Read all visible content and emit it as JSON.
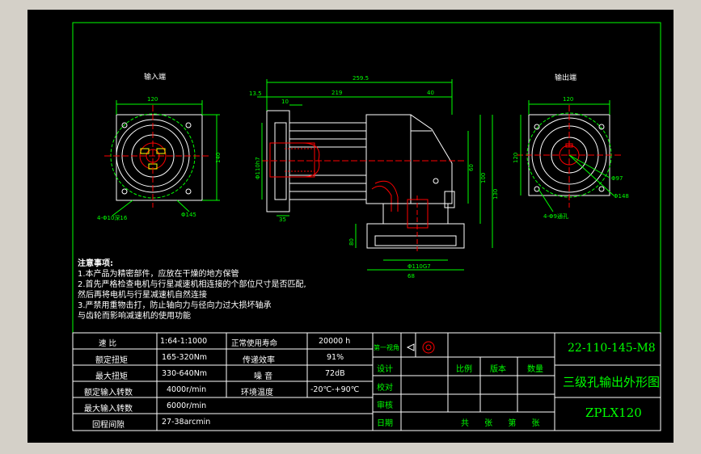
{
  "views": {
    "input_label": "输入端",
    "output_label": "输出端"
  },
  "dimensions": {
    "input_width": "120",
    "input_height": "140",
    "input_bolt": "4-Φ10深16",
    "input_pcd": "Φ145",
    "total_length": "259.5",
    "length_219": "219",
    "length_40": "40",
    "d_13_5": "13.5",
    "d_10": "10",
    "d_110": "Φ110h7",
    "d_60": "60",
    "d_100": "100",
    "d_130": "130",
    "d_35": "35",
    "d_80": "80",
    "d_110b": "Φ110G7",
    "d_68": "68",
    "out_width": "120",
    "out_bolt": "4-Φ9通孔",
    "out_97": "Φ97",
    "out_148": "Φ148",
    "out_120": "120"
  },
  "notes": {
    "title": "注意事项:",
    "l1": "1.本产品为精密部件，应放在干燥的地方保管",
    "l2": "2.首先严格检查电机与行星减速机相连接的个部位尺寸是否匹配,",
    "l3": "然后再将电机与行星减速机自然连接",
    "l4": "3.严禁用重物击打，防止轴向力与径向力过大损坏轴承",
    "l5": "与齿轮而影响减速机的使用功能"
  },
  "specs": {
    "r1": {
      "label": "速 比",
      "value": "1:64-1:1000",
      "label2": "正常使用寿命",
      "value2": "20000 h"
    },
    "r2": {
      "label": "额定扭矩",
      "value": "165-320Nm",
      "label2": "传递效率",
      "value2": "91%"
    },
    "r3": {
      "label": "最大扭矩",
      "value": "330-640Nm",
      "label2": "噪 音",
      "value2": "72dB"
    },
    "r4": {
      "label": "额定输入转数",
      "value": "4000r/min",
      "label2": "环境温度",
      "value2": "-20℃-+90℃"
    },
    "r5": {
      "label": "最大输入转数",
      "value": "6000r/min"
    },
    "r6": {
      "label": "回程间隙",
      "value": "27-38arcmin"
    }
  },
  "titleblock": {
    "projection": "第一视角",
    "design": "设计",
    "scale": "比例",
    "version": "版本",
    "qty": "数量",
    "check": "校对",
    "review": "审核",
    "date": "日期",
    "sheets": "共 张 第 张",
    "code": "22-110-145-M8",
    "title": "三级孔输出外形图",
    "model": "ZPLX120"
  },
  "colors": {
    "frame": "#00ff00",
    "outline": "#ffffff",
    "dimension": "#00ff00",
    "part": "#ff0000",
    "highlight": "#ffff00",
    "accent": "#00ffff"
  }
}
